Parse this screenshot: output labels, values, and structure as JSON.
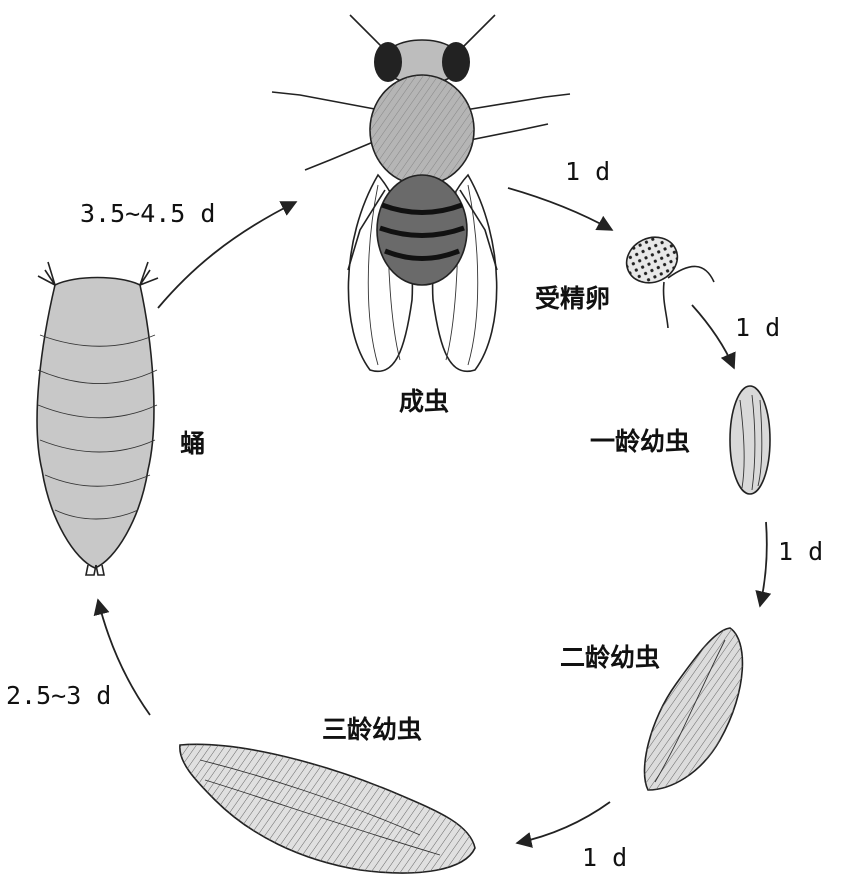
{
  "stages": {
    "adult": "成虫",
    "fertilized_egg": "受精卵",
    "first_instar": "一龄幼虫",
    "second_instar": "二龄幼虫",
    "third_instar": "三龄幼虫",
    "pupa": "蛹"
  },
  "durations": {
    "adult_to_egg": "1 d",
    "egg_to_first": "1 d",
    "first_to_second": "1 d",
    "second_to_third": "1 d",
    "third_to_pupa": "2.5~3 d",
    "pupa_to_adult": "3.5~4.5 d"
  },
  "colors": {
    "ink": "#222222",
    "pupa_fill": "#c8c8c8",
    "adult_body": "#555555",
    "background": "#ffffff"
  }
}
